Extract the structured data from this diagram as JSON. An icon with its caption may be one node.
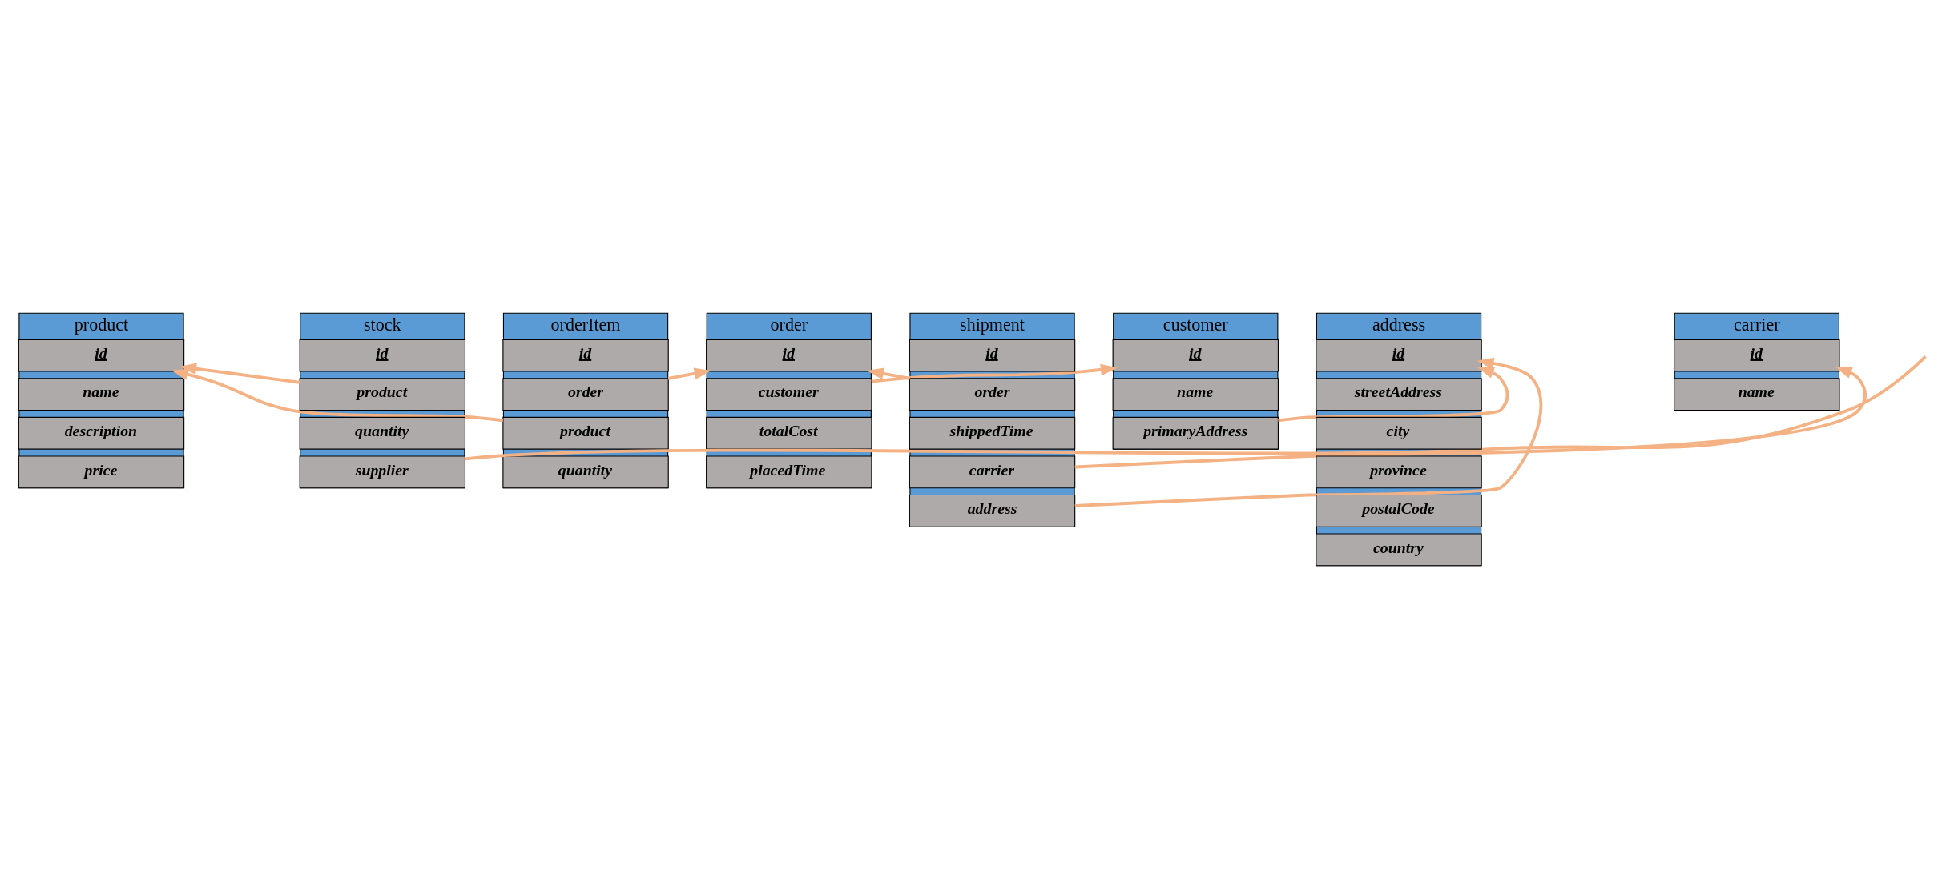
{
  "diagram": {
    "nodes": [
      {
        "text": [
          "product"
        ]
      },
      {
        "text": [
          "id"
        ],
        "in": 0
      },
      {
        "text": [
          "name"
        ],
        "in": 0
      },
      {
        "text": [
          "description"
        ],
        "in": 0
      },
      {
        "text": [
          "price"
        ],
        "in": 0
      },
      {
        "text": [
          "orderItem"
        ]
      },
      {
        "text": [
          "id"
        ],
        "in": 5
      },
      {
        "text": [
          "order"
        ],
        "in": 5
      },
      {
        "text": [
          "product"
        ],
        "in": 5
      },
      {
        "text": [
          "quantity"
        ],
        "in": 5
      },
      {
        "text": [
          "order"
        ]
      },
      {
        "text": [
          "id"
        ],
        "in": 10
      },
      {
        "text": [
          "customer"
        ],
        "in": 10
      },
      {
        "text": [
          "totalCost"
        ],
        "in": 10
      },
      {
        "text": [
          "placedTime"
        ],
        "in": 10
      },
      {
        "text": [
          "customer"
        ]
      },
      {
        "text": [
          "id"
        ],
        "in": 15
      },
      {
        "text": [
          "name"
        ],
        "in": 15
      },
      {
        "text": [
          "primaryAddress"
        ],
        "in": 15
      },
      {
        "text": [
          "stock"
        ]
      },
      {
        "text": [
          "id"
        ],
        "in": 19
      },
      {
        "text": [
          "product"
        ],
        "in": 19
      },
      {
        "text": [
          "quantity"
        ],
        "in": 19
      },
      {
        "text": [
          "supplier"
        ],
        "in": 19
      },
      {
        "text": [
          "carrier"
        ]
      },
      {
        "text": [
          "id"
        ],
        "in": 24
      },
      {
        "text": [
          "name"
        ],
        "in": 24
      },
      {
        "text": [
          "shipment"
        ]
      },
      {
        "text": [
          "id"
        ],
        "in": 27
      },
      {
        "text": [
          "order"
        ],
        "in": 27
      },
      {
        "text": [
          "shippedTime"
        ],
        "in": 27
      },
      {
        "text": [
          "carrier"
        ],
        "in": 27
      },
      {
        "text": [
          "address"
        ],
        "in": 27
      },
      {
        "text": [
          "address"
        ]
      },
      {
        "text": [
          "id"
        ],
        "in": 33
      },
      {
        "text": [
          "streetAddress"
        ],
        "in": 33
      },
      {
        "text": [
          "city"
        ],
        "in": 33
      },
      {
        "text": [
          "province"
        ],
        "in": 33
      },
      {
        "text": [
          "postalCode"
        ],
        "in": 33
      },
      {
        "text": [
          "country"
        ],
        "in": 33
      }
    ],
    "edges": [
      {
        "from": 8,
        "to": 1,
        "arrow": "to"
      },
      {
        "from": 7,
        "to": 11,
        "arrow": "to"
      },
      {
        "from": 12,
        "to": 16,
        "arrow": "to"
      },
      {
        "from": 18,
        "to": 34,
        "arrow": "to"
      },
      {
        "from": 21,
        "to": 1,
        "arrow": "to"
      },
      {
        "from": 29,
        "to": 11,
        "arrow": "to"
      },
      {
        "from": 31,
        "to": 25,
        "arrow": "to"
      },
      {
        "from": 32,
        "to": 34,
        "arrow": "to"
      },
      {
        "from": 23,
        "to": null,
        "arrow": "none"
      }
    ]
  }
}
